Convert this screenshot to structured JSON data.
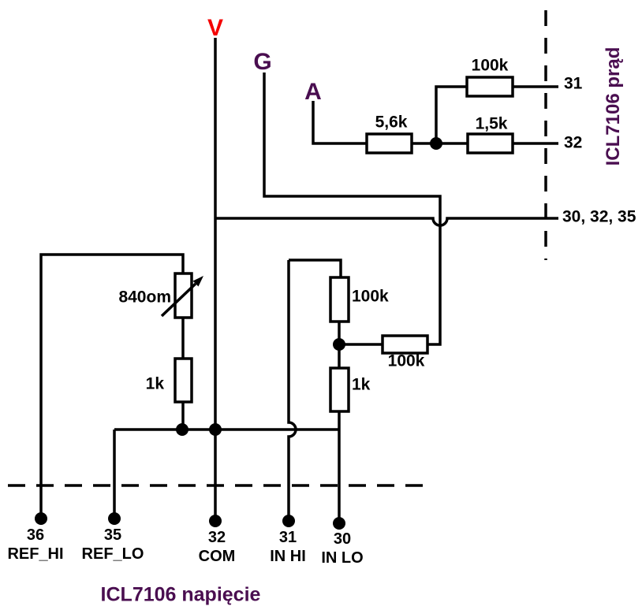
{
  "diagram": {
    "rails": {
      "v": "V",
      "g": "G",
      "a": "A"
    },
    "section_titles": {
      "current": "ICL7106 prąd",
      "voltage": "ICL7106 napięcie"
    },
    "resistors": {
      "r_5_6k": "5,6k",
      "r_100k_top": "100k",
      "r_1_5k": "1,5k",
      "r_840om": "840om",
      "r_1k_left": "1k",
      "r_100k_vertical": "100k",
      "r_100k_horizontal": "100k",
      "r_1k_right": "1k"
    },
    "right_pins": {
      "pin_31": "31",
      "pin_32": "32",
      "bus_pins": "30, 32, 35"
    },
    "bottom_pins": [
      {
        "number": "36",
        "name": "REF_HI"
      },
      {
        "number": "35",
        "name": "REF_LO"
      },
      {
        "number": "32",
        "name": "COM"
      },
      {
        "number": "31",
        "name": "IN HI"
      },
      {
        "number": "30",
        "name": "IN LO"
      }
    ],
    "colors": {
      "accent_red": "#f40000",
      "accent_purple": "#4a0e50",
      "line": "#000000"
    }
  }
}
